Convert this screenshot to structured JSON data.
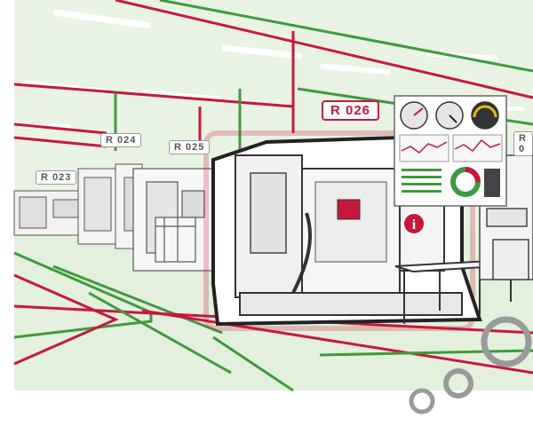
{
  "labels": {
    "r023": "R 023",
    "r024": "R 024",
    "r025": "R 025",
    "r026": "R 026",
    "r027_partial": "R 0"
  },
  "info_button": {
    "icon": "info-icon",
    "glyph": "i"
  },
  "dashboard": {
    "gauges": [
      "speed-gauge",
      "load-gauge",
      "temperature-gauge"
    ]
  },
  "colors": {
    "accent_red": "#c8173d",
    "line_green": "#3e9a3e",
    "floor_tint": "#e9f3e3",
    "machine_gray": "#efefef",
    "outline": "#333333"
  }
}
